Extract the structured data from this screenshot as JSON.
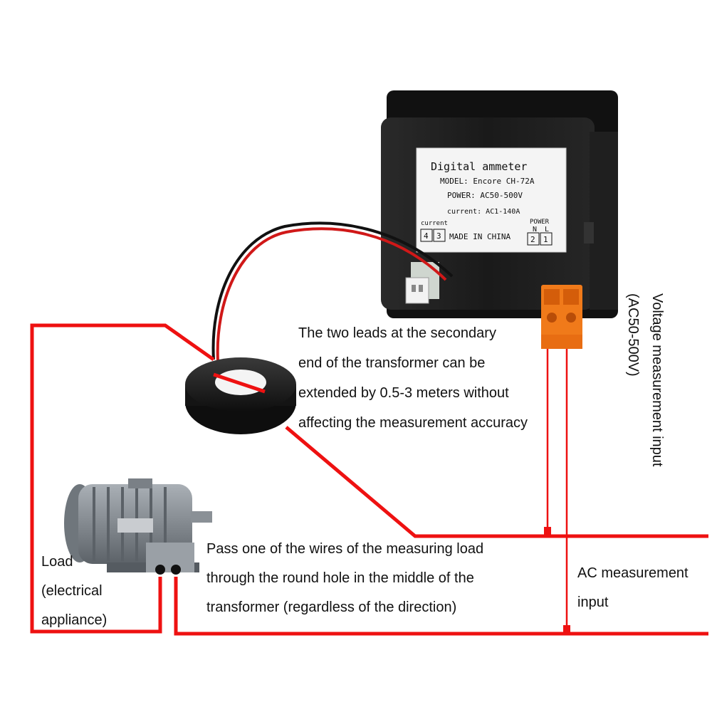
{
  "meter_label": {
    "title": "Digital ammeter",
    "model": "MODEL: Encore CH-72A",
    "power": "POWER: AC50-500V",
    "current": "current: AC1-140A",
    "current_terminals_label": "current",
    "current_terminal_a": "4",
    "current_terminal_b": "3",
    "made_in": "MADE IN CHINA",
    "power_terminals_label": "POWER",
    "power_n": "N",
    "power_l": "L",
    "power_terminal_a": "2",
    "power_terminal_b": "1"
  },
  "annotations": {
    "transformer_note": [
      "The two leads at the secondary",
      "end of the transformer can be",
      "extended by 0.5-3 meters without",
      "affecting the measurement accuracy"
    ],
    "voltage_input": [
      "Voltage measurement input",
      "(AC50-500V)"
    ],
    "load_note": [
      "Pass one of the wires of the measuring load",
      "through the round hole in the middle of the",
      "transformer (regardless of the direction)"
    ],
    "load_label": [
      "Load",
      "(electrical",
      "appliance)"
    ],
    "ac_input": [
      "AC measurement",
      "input"
    ]
  },
  "colors": {
    "wire": "#ee1111",
    "meter_body": "#1c1c1c",
    "terminal_block": "#f07a1a",
    "transformer": "#161616",
    "motor": "#8a9096"
  }
}
